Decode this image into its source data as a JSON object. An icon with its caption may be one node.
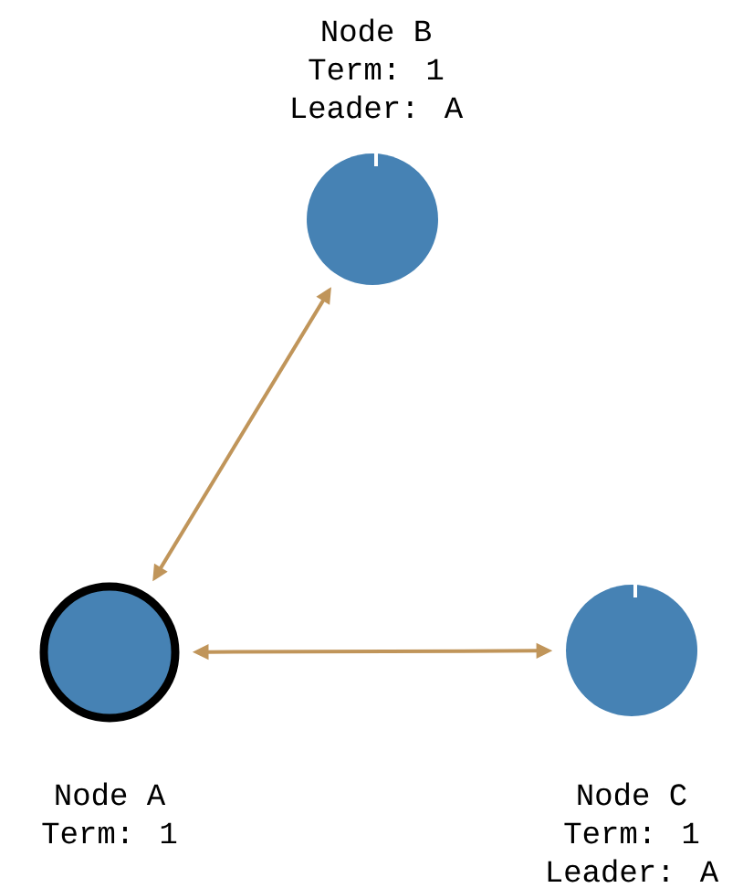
{
  "diagram": {
    "nodes": [
      {
        "text": [
          "Node B",
          "Term: 1",
          "Leader: A"
        ]
      },
      {
        "text": [
          "Node A",
          "Term: 1"
        ]
      },
      {
        "text": [
          "Node C",
          "Term: 1",
          "Leader: A"
        ]
      }
    ],
    "edges": [
      {
        "from": 1,
        "to": 0,
        "arrow": "both"
      },
      {
        "from": 1,
        "to": 2,
        "arrow": "both"
      }
    ]
  }
}
